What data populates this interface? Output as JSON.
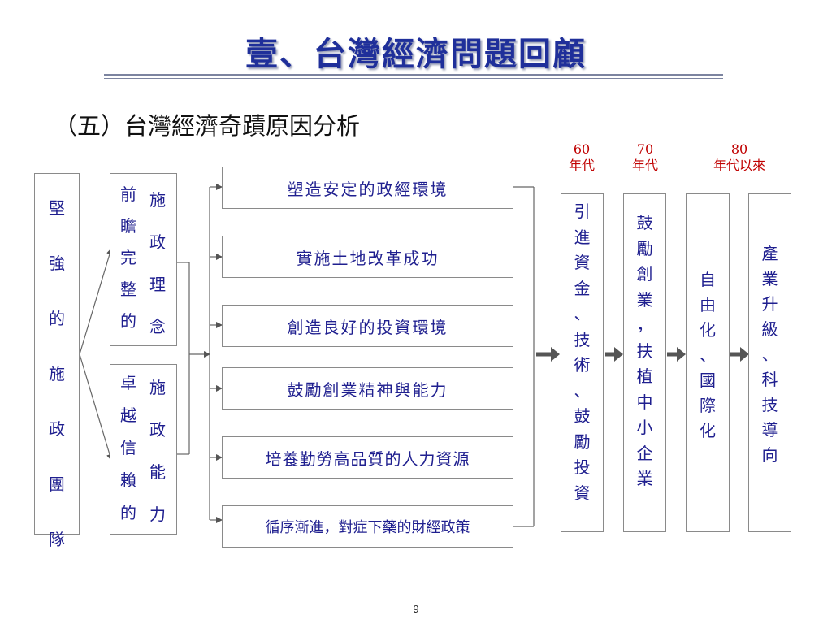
{
  "slide": {
    "title": "壹、台灣經濟問題回顧",
    "subtitle": "（五）台灣經濟奇蹟原因分析",
    "page_number": "9"
  },
  "left_box": {
    "label": "堅強的施政團隊"
  },
  "philosophy_box": {
    "col_a": "前瞻完整的",
    "col_b": "施政理念"
  },
  "ability_box": {
    "col_a": "卓越信賴的",
    "col_b": "施政能力"
  },
  "measures": [
    "塑造安定的政經環境",
    "實施土地改革成功",
    "創造良好的投資環境",
    "鼓勵創業精神與能力",
    "培養勤勞高品質的人力資源",
    "循序漸進，對症下藥的財經政策"
  ],
  "eras": [
    {
      "decade": "60",
      "unit": "年代"
    },
    {
      "decade": "70",
      "unit": "年代"
    },
    {
      "decade": "80",
      "unit": "年代以來"
    }
  ],
  "stages": [
    "引進資金、技術、鼓勵投資",
    "鼓勵創業，扶植中小企業",
    "自由化、國際化",
    "產業升級、科技導向"
  ],
  "colors": {
    "title": "#1f2f9a",
    "text": "#1f1f8f",
    "era": "#c00000",
    "line": "#7f7f7f"
  }
}
